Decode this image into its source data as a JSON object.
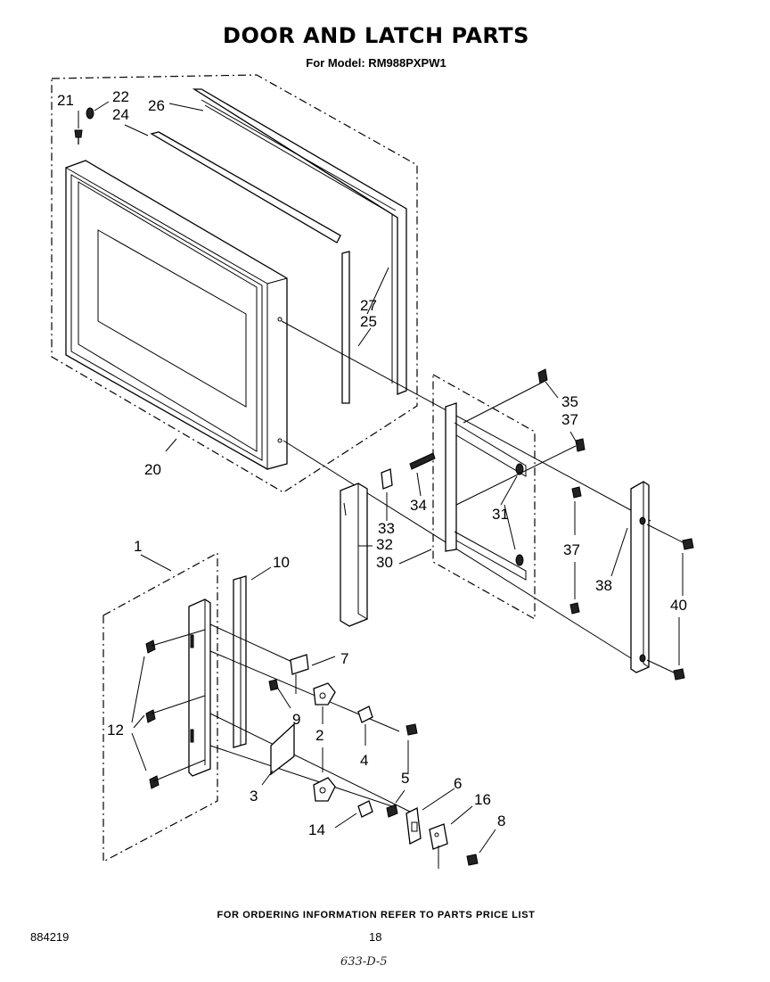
{
  "header": {
    "title": "DOOR AND LATCH PARTS",
    "model_line": "For Model: RM988PXPW1"
  },
  "callouts": [
    "1",
    "2",
    "3",
    "4",
    "5",
    "6",
    "7",
    "8",
    "9",
    "10",
    "12",
    "14",
    "16",
    "20",
    "21",
    "22",
    "24",
    "26",
    "27",
    "25",
    "31",
    "32",
    "33",
    "34",
    "30",
    "35",
    "37",
    "37",
    "38",
    "40"
  ],
  "footer": {
    "ordering_note": "FOR ORDERING INFORMATION REFER TO PARTS PRICE LIST",
    "doc_number": "884219",
    "page_number": "18",
    "handwritten_note": "633-D-5"
  }
}
